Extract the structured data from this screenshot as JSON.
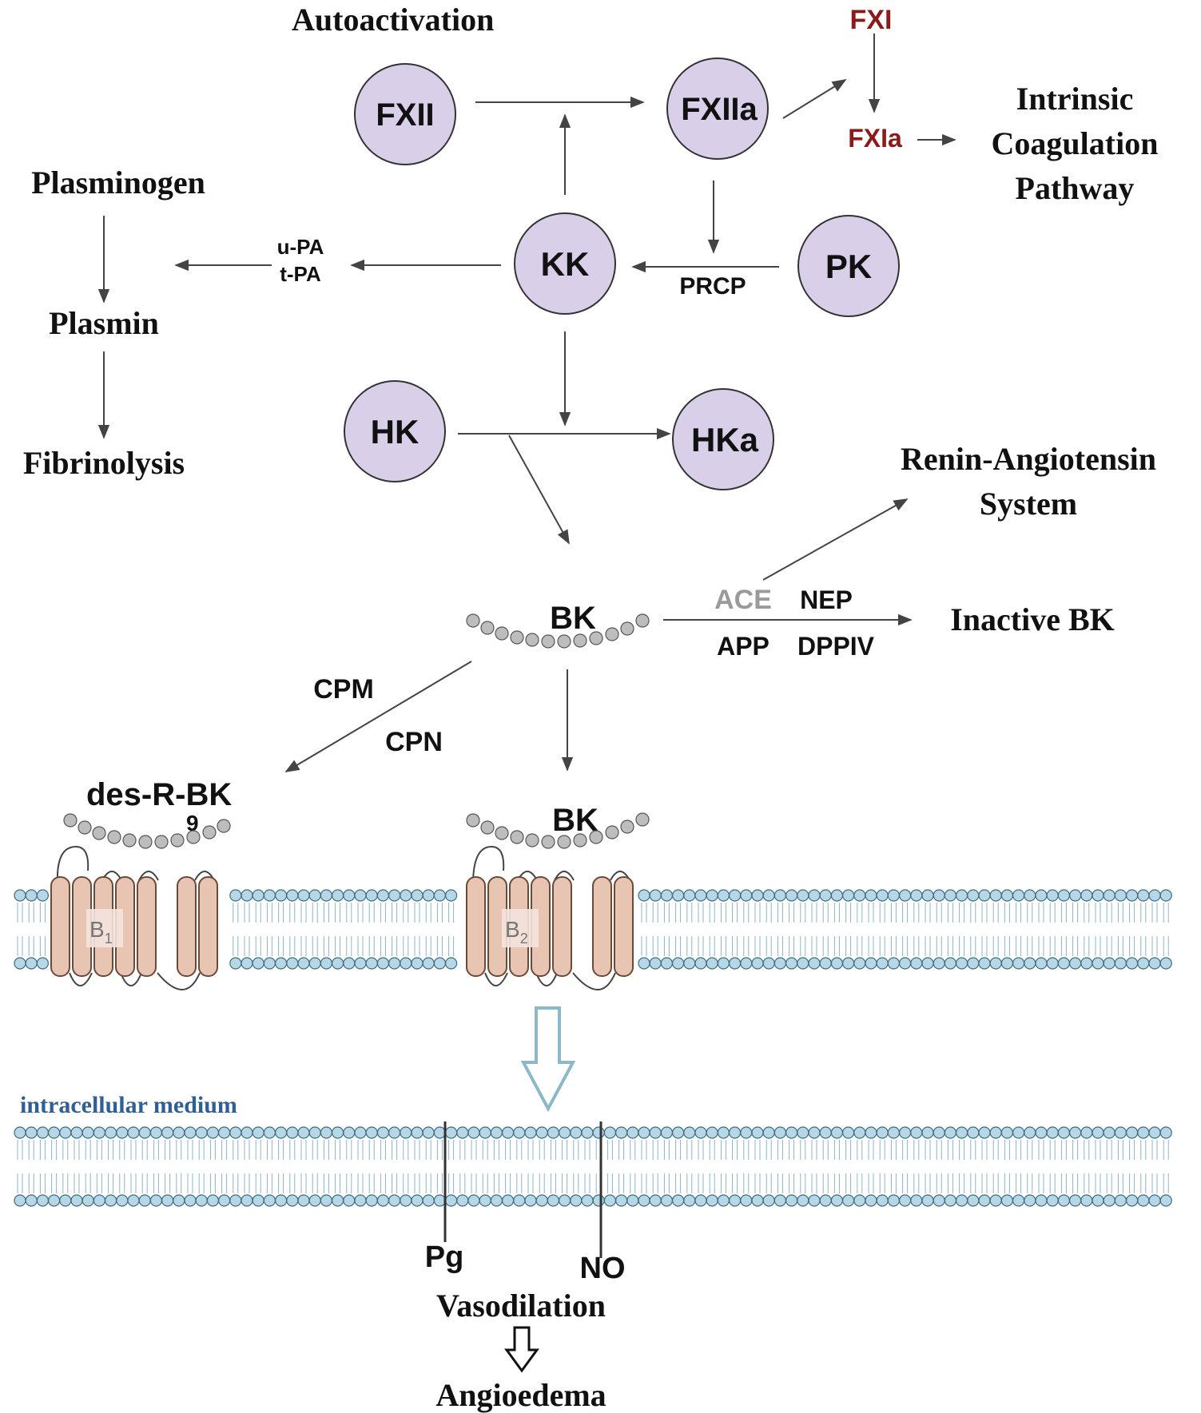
{
  "labels": {
    "autoactivation": "Autoactivation",
    "fxi": "FXI",
    "fxia": "FXIa",
    "intrinsic": [
      "Intrinsic",
      "Coagulation",
      "Pathway"
    ],
    "plasminogen": "Plasminogen",
    "plasmin": "Plasmin",
    "fibrinolysis": "Fibrinolysis",
    "upa": "u-PA",
    "tpa": "t-PA",
    "prcp": "PRCP",
    "renin": [
      "Renin-Angiotensin",
      "System"
    ],
    "ace": "ACE",
    "nep": "NEP",
    "app": "APP",
    "dppiv": "DPPIV",
    "inactive_bk": "Inactive BK",
    "cpm": "CPM",
    "cpn": "CPN",
    "bk_main": "BK",
    "desrbk": "des-R",
    "desrbk_sub": "9",
    "desrbk_tail": "-BK",
    "bk_receptor": "BK",
    "b1": "B",
    "b1_sub": "1",
    "b2": "B",
    "b2_sub": "2",
    "intracellular": "intracellular medium",
    "pg": "Pg",
    "no": "NO",
    "vasodilation": "Vasodilation",
    "angioedema": "Angioedema"
  },
  "nodes": {
    "fxii": "FXII",
    "fxiia": "FXIIa",
    "kk": "KK",
    "pk": "PK",
    "hk": "HK",
    "hka": "HKa"
  },
  "colors": {
    "node_fill": "#d9cfe8",
    "fx_red": "#8b1a1a",
    "ace_gray": "#9a9a9a",
    "membrane_blue": "#b8d7e6",
    "receptor": "#e8c4b3",
    "label_blue": "#2f5f93"
  }
}
